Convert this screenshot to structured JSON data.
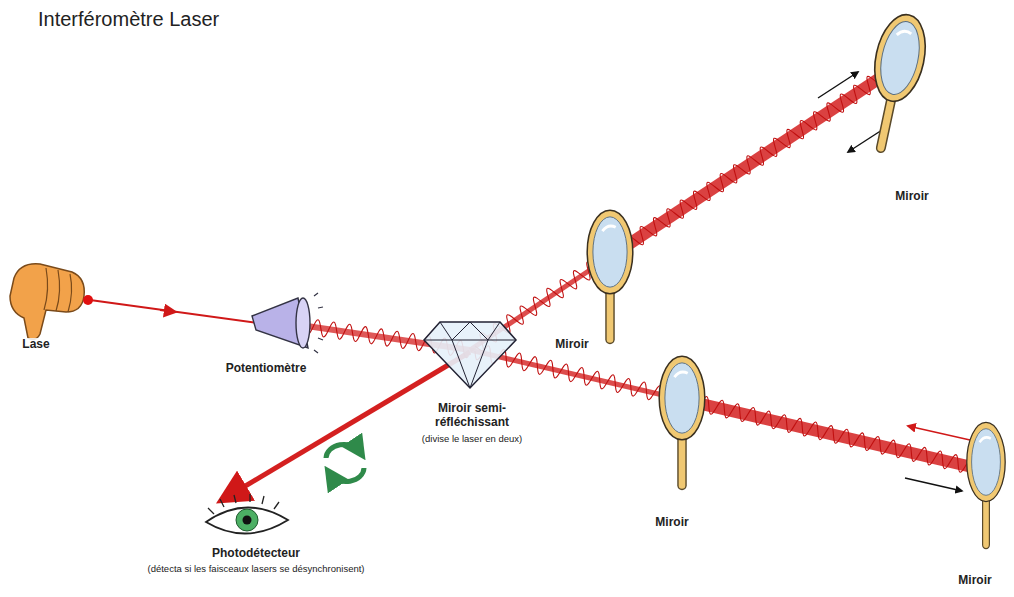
{
  "diagram": {
    "title": "Interféromètre Laser",
    "labels": [
      "Lase",
      "Potentiomètre",
      "Miroir",
      "Miroir",
      "Miroir semi-réfléchissant",
      "(divise le laser en deux)",
      "Miroir",
      "Photodétecteur",
      "(détecta si les faisceaux lasers se désynchronisent)",
      "Miroir"
    ]
  }
}
